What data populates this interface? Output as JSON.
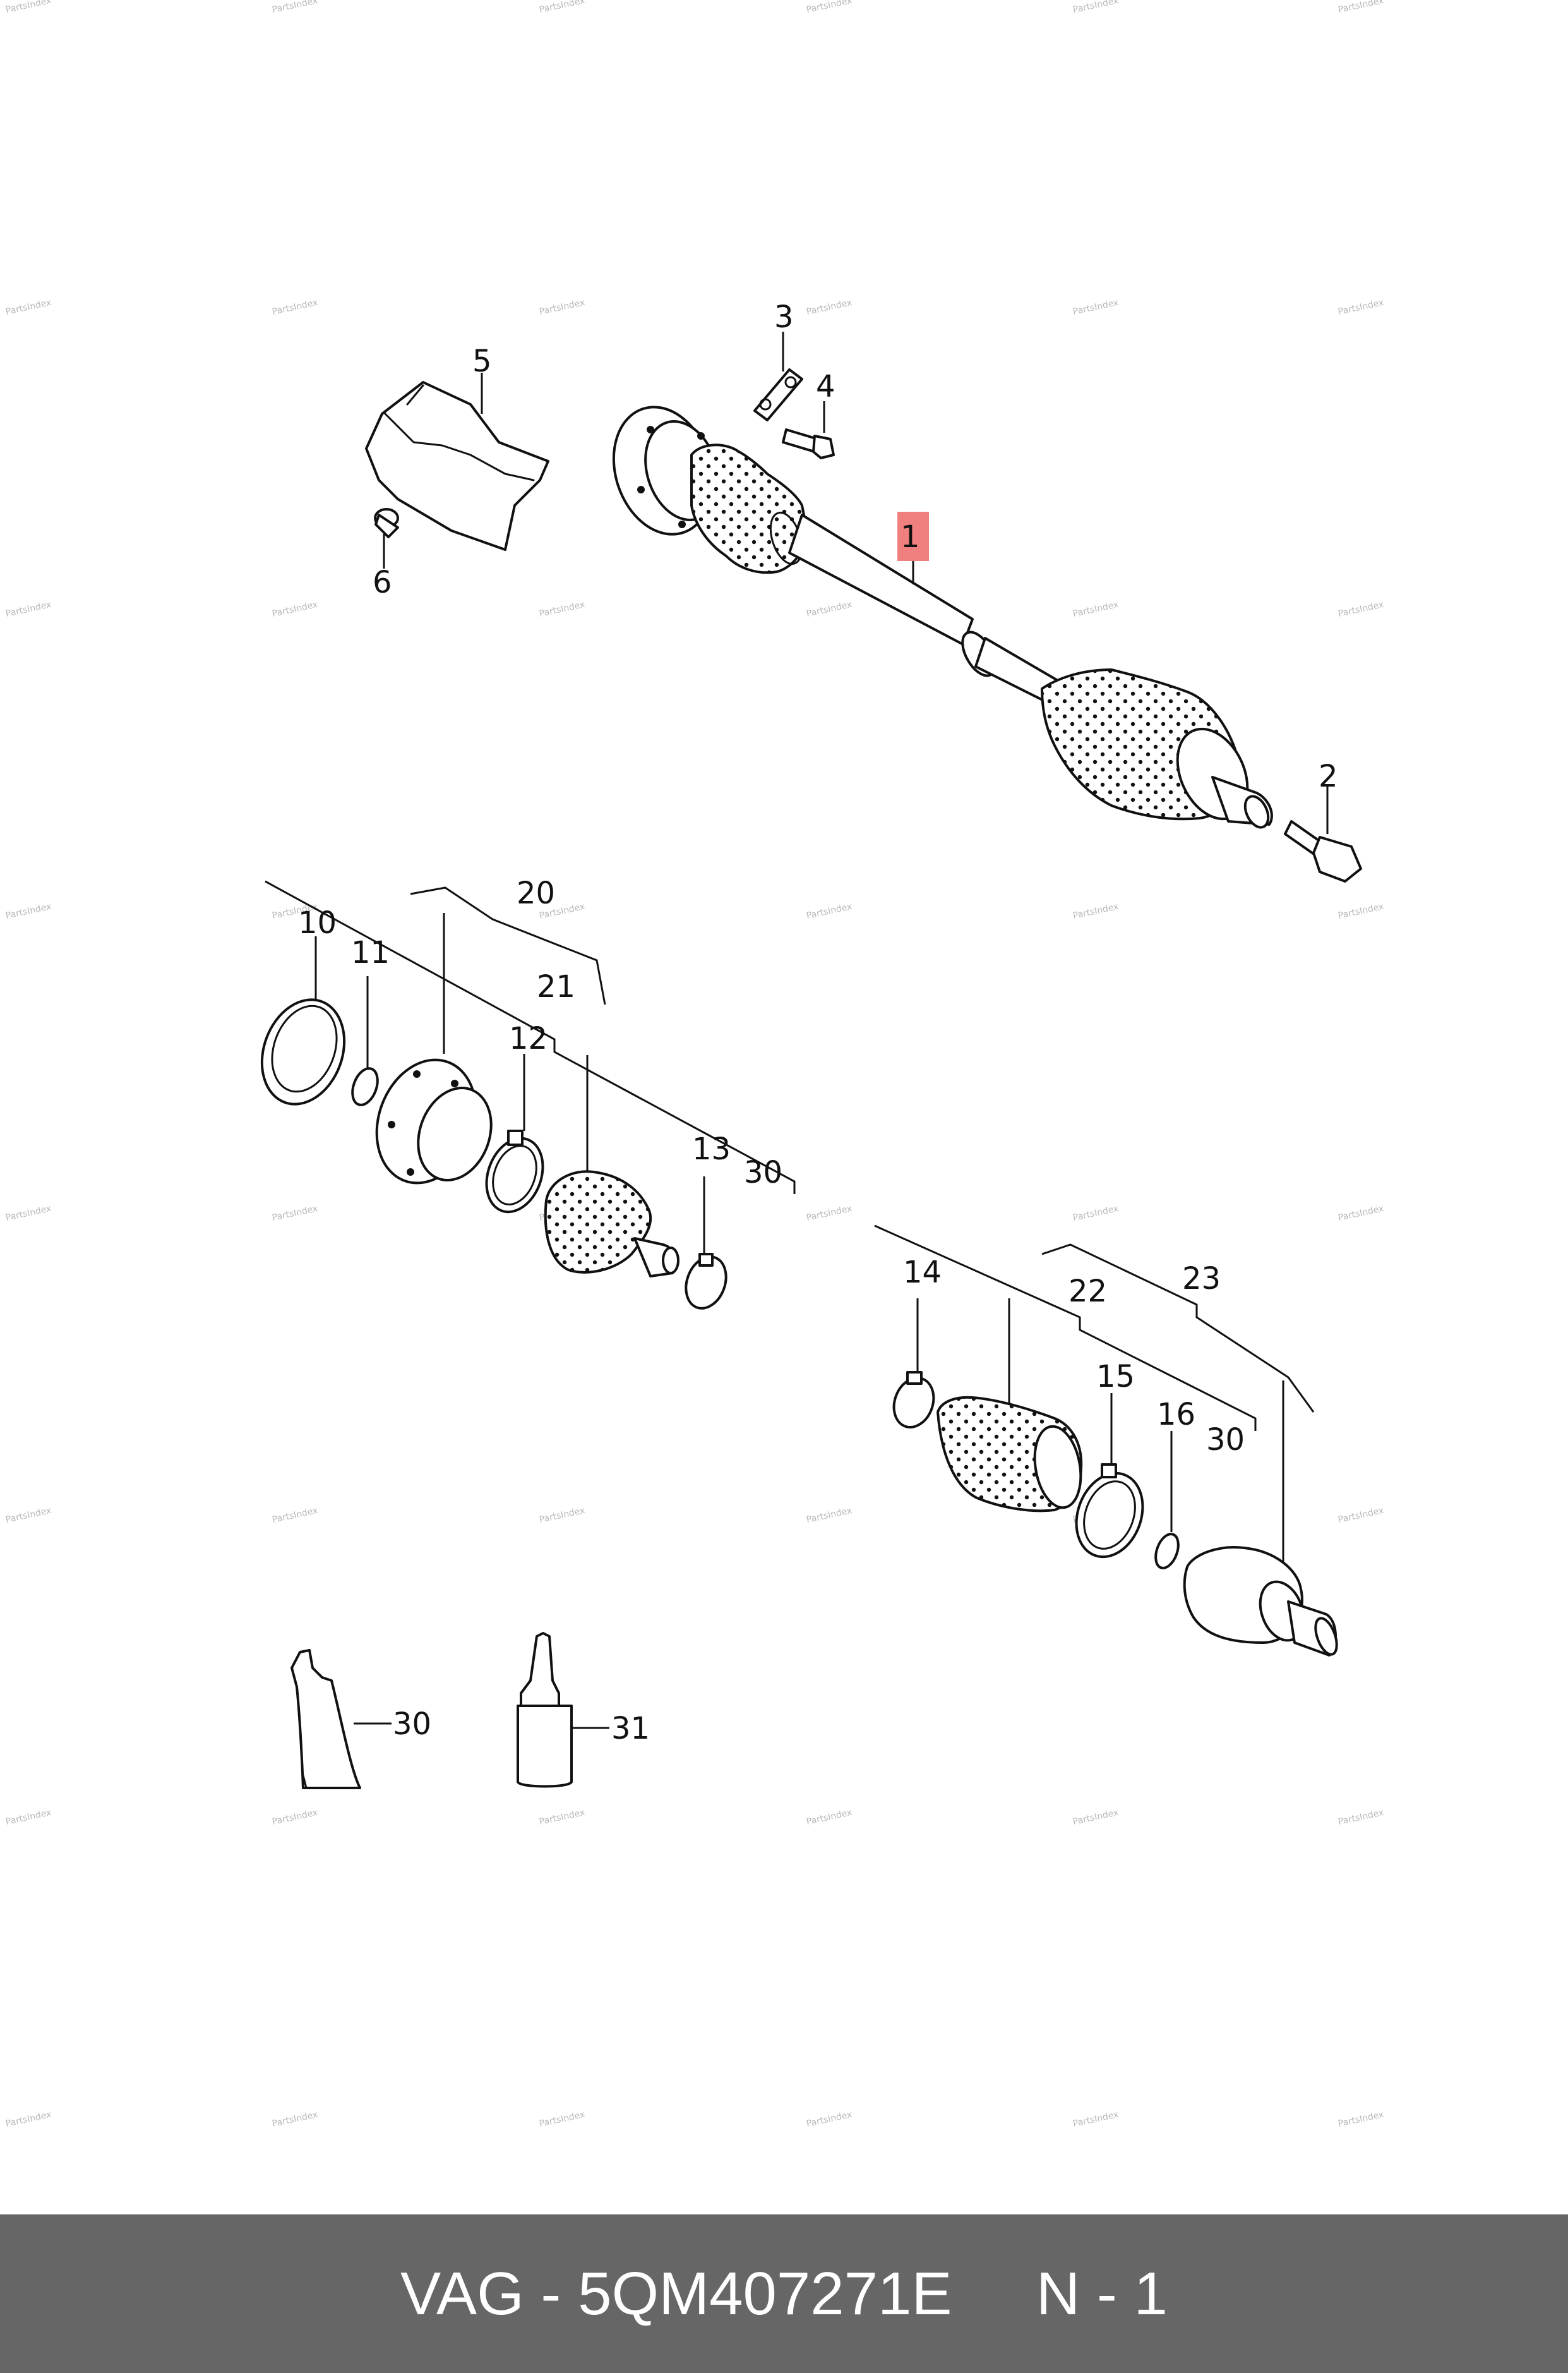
{
  "watermark": "PartsIndex",
  "highlight_color": "#f08080",
  "footer": {
    "brand": "VAG",
    "separator": " - ",
    "part_number": "5QM407271E",
    "page": "N - 1"
  },
  "callouts": {
    "c1": "1",
    "c2": "2",
    "c3": "3",
    "c4": "4",
    "c5": "5",
    "c6": "6",
    "c10": "10",
    "c11": "11",
    "c12": "12",
    "c13": "13",
    "c14": "14",
    "c15": "15",
    "c16": "16",
    "c20": "20",
    "c21": "21",
    "c22": "22",
    "c23": "23",
    "c30a": "30",
    "c30b": "30",
    "c30c": "30",
    "c31": "31"
  },
  "icons": [
    "drive-shaft-icon",
    "bolt-icon",
    "heat-shield-icon",
    "cv-joint-icon",
    "boot-icon",
    "clamp-icon",
    "grease-tube-icon",
    "sealant-bottle-icon"
  ]
}
